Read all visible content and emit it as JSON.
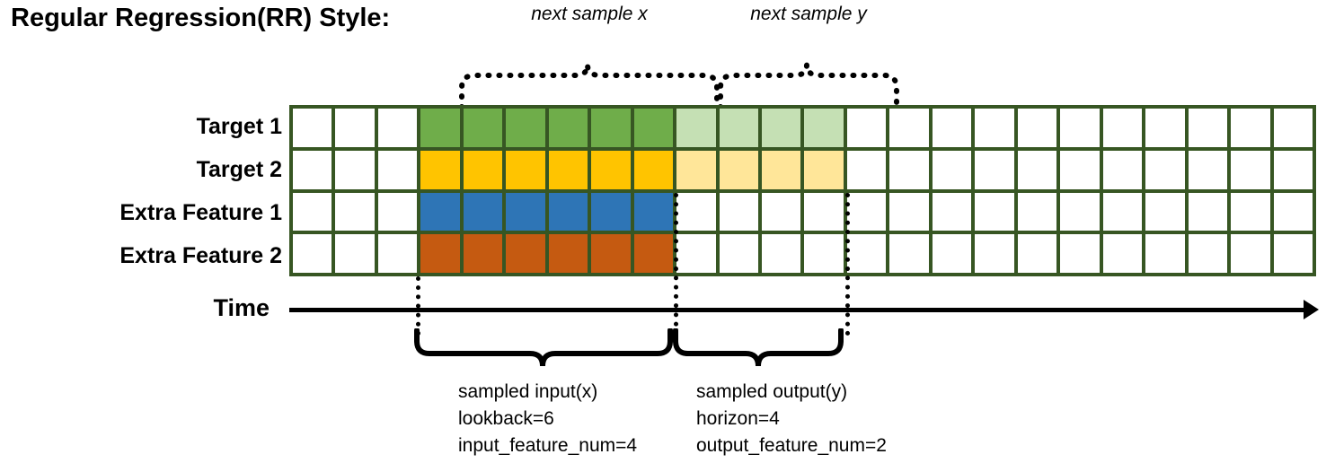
{
  "title": "Regular Regression(RR) Style:",
  "colors": {
    "grid_border": "#375623",
    "target1": "#6FAD4A",
    "target1_light": "#C5E0B4",
    "target2": "#FFC400",
    "target2_light": "#FFE699",
    "extra1": "#2E75B6",
    "extra2": "#C55A11",
    "empty": "#FFFFFF",
    "line": "#000000"
  },
  "row_labels": [
    "Target 1",
    "Target 2",
    "Extra Feature 1",
    "Extra Feature 2"
  ],
  "axis": {
    "label": "Time",
    "arrow": "right-arrow-icon"
  },
  "top_annotations": [
    {
      "label": "next sample x"
    },
    {
      "label": "next sample y"
    }
  ],
  "bottom_annotations": [
    {
      "line1": "sampled input(x)",
      "line2": "lookback=6",
      "line3": "input_feature_num=4"
    },
    {
      "line1": "sampled output(y)",
      "line2": "horizon=4",
      "line3": "output_feature_num=2"
    }
  ],
  "grid": {
    "columns": 24,
    "rows": 4,
    "input_start_col": 3,
    "input_end_col": 9,
    "output_start_col": 9,
    "output_end_col": 13,
    "cells": [
      [
        "empty",
        "empty",
        "empty",
        "target1",
        "target1",
        "target1",
        "target1",
        "target1",
        "target1",
        "target1_light",
        "target1_light",
        "target1_light",
        "target1_light",
        "empty",
        "empty",
        "empty",
        "empty",
        "empty",
        "empty",
        "empty",
        "empty",
        "empty",
        "empty",
        "empty"
      ],
      [
        "empty",
        "empty",
        "empty",
        "target2",
        "target2",
        "target2",
        "target2",
        "target2",
        "target2",
        "target2_light",
        "target2_light",
        "target2_light",
        "target2_light",
        "empty",
        "empty",
        "empty",
        "empty",
        "empty",
        "empty",
        "empty",
        "empty",
        "empty",
        "empty",
        "empty"
      ],
      [
        "empty",
        "empty",
        "empty",
        "extra1",
        "extra1",
        "extra1",
        "extra1",
        "extra1",
        "extra1",
        "empty",
        "empty",
        "empty",
        "empty",
        "empty",
        "empty",
        "empty",
        "empty",
        "empty",
        "empty",
        "empty",
        "empty",
        "empty",
        "empty",
        "empty"
      ],
      [
        "empty",
        "empty",
        "empty",
        "extra2",
        "extra2",
        "extra2",
        "extra2",
        "extra2",
        "extra2",
        "empty",
        "empty",
        "empty",
        "empty",
        "empty",
        "empty",
        "empty",
        "empty",
        "empty",
        "empty",
        "empty",
        "empty",
        "empty",
        "empty",
        "empty"
      ]
    ]
  }
}
